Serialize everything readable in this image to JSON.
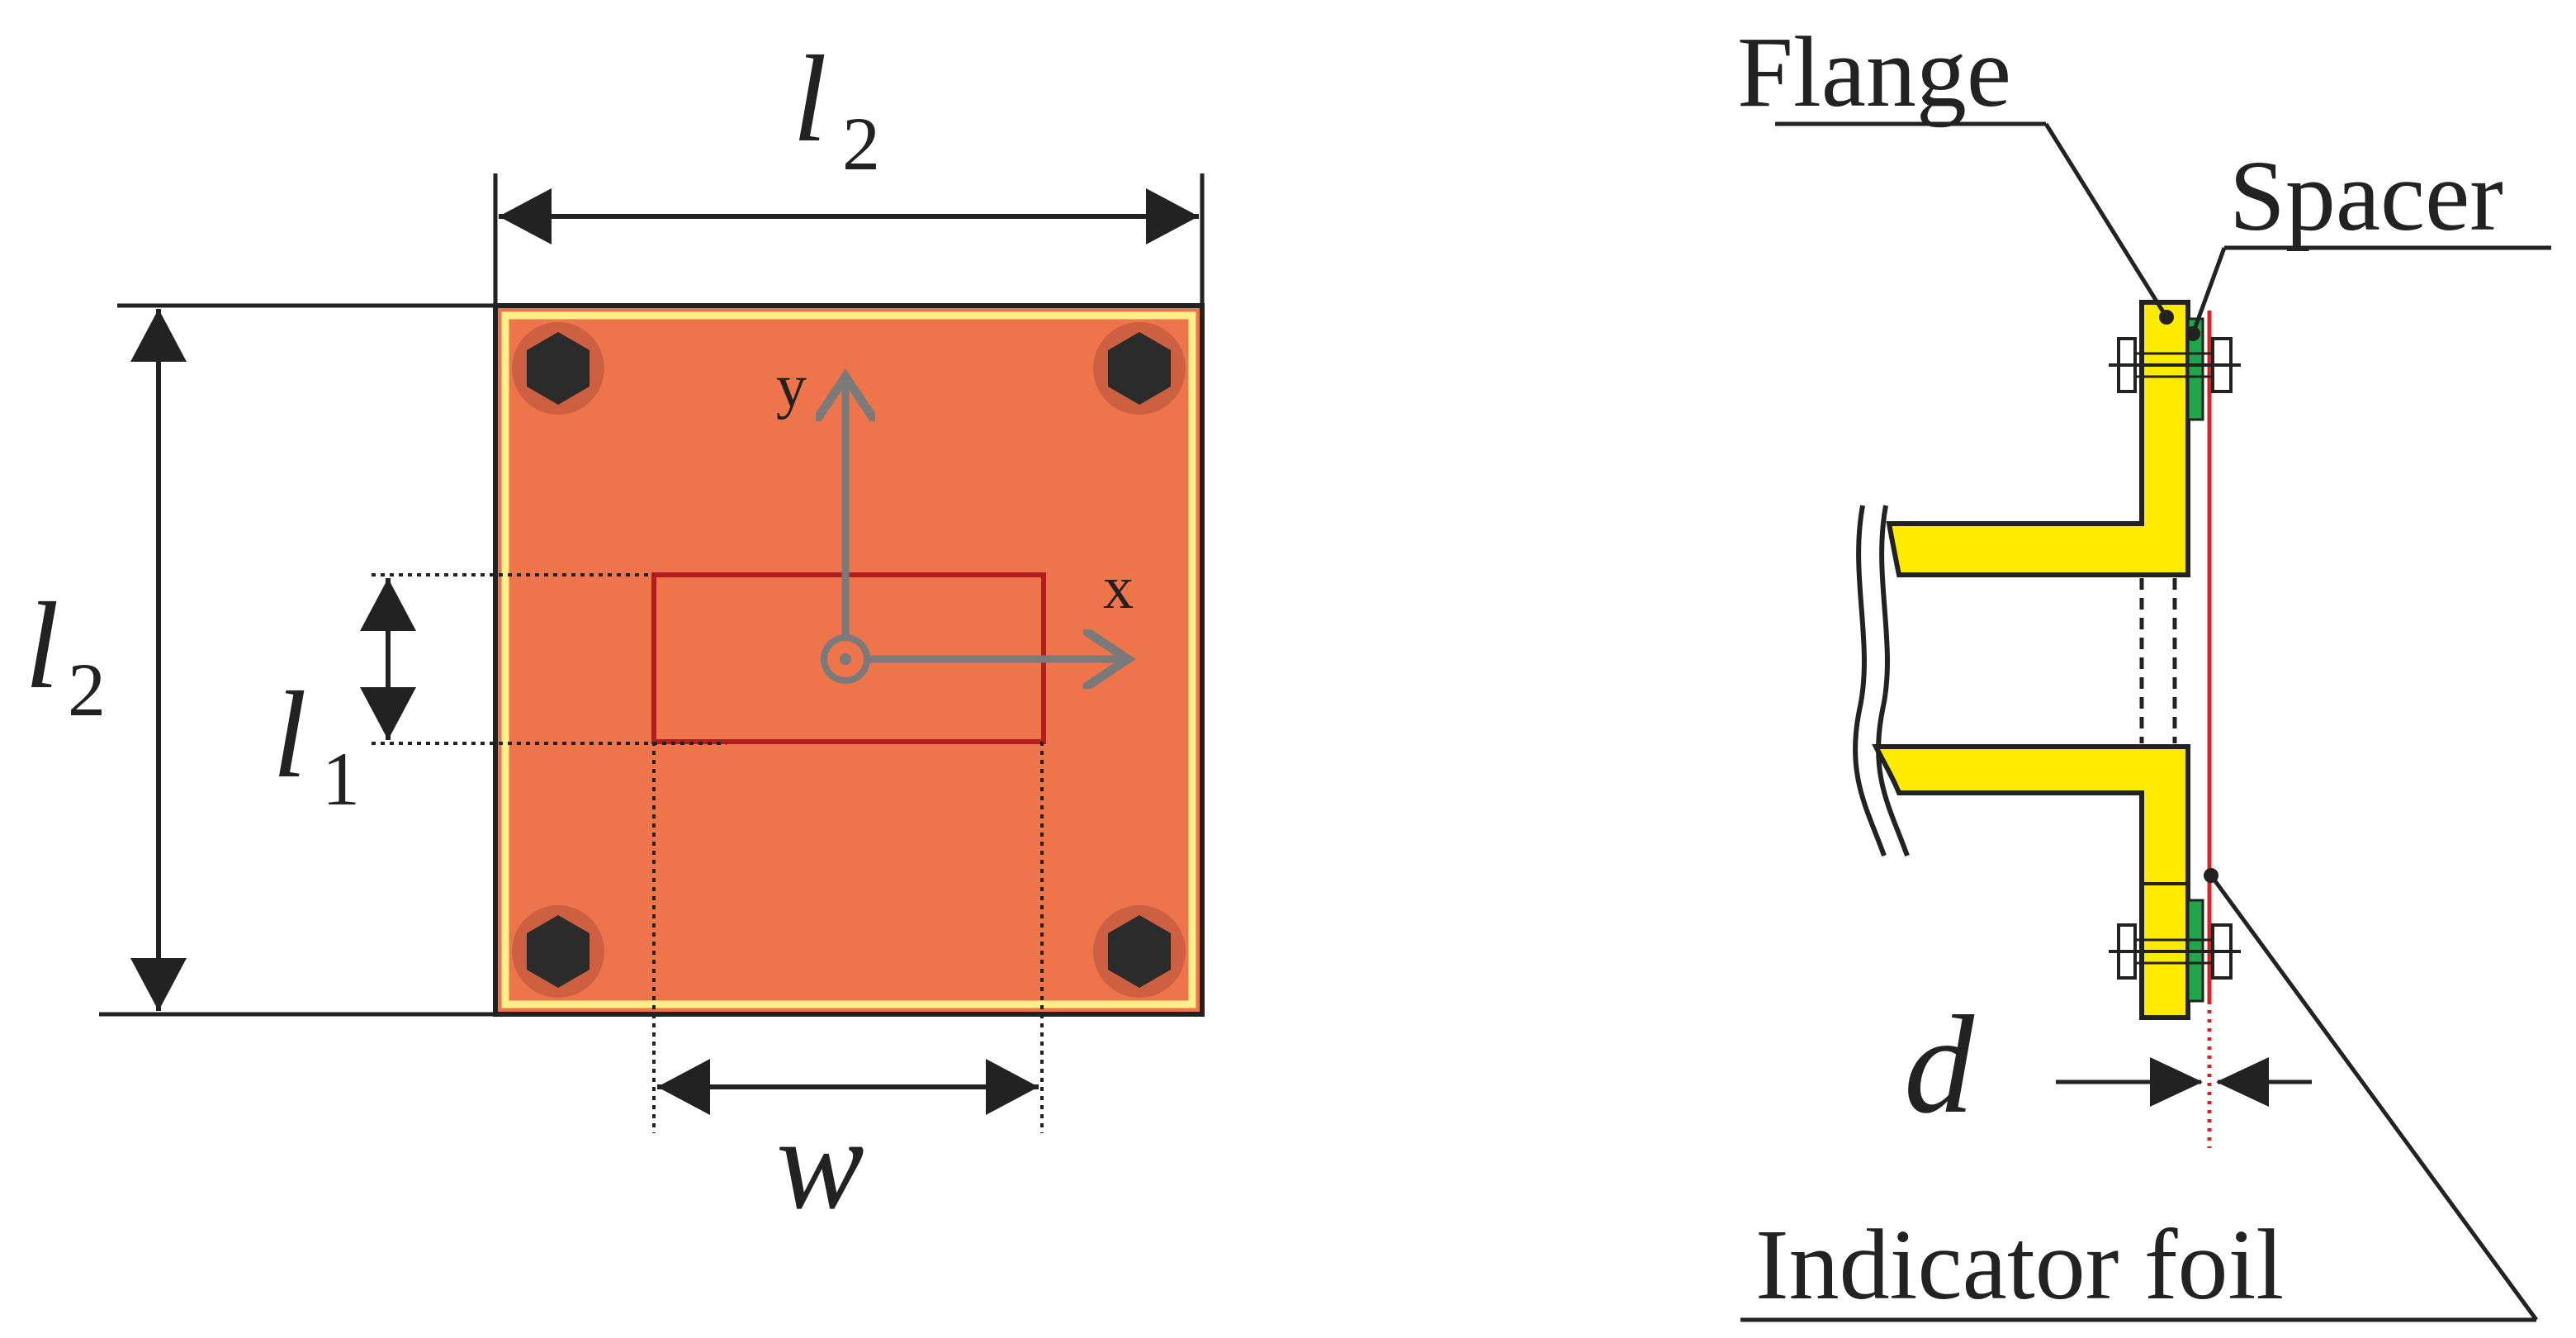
{
  "colors": {
    "plate_fill": "#EE744C",
    "plate_border": "#FFF08A",
    "slot_outline": "#B01E1E",
    "axes_gray": "#7A7A7A",
    "bolt": "#2B2B2B",
    "flange_yellow": "#FFEB00",
    "spacer_green": "#1FA64A",
    "foil_red": "#E02020",
    "ink": "#222222"
  },
  "left_view": {
    "dim_top": {
      "symbol": "l",
      "subscript": "2"
    },
    "dim_left": {
      "symbol": "l",
      "subscript": "2"
    },
    "dim_slot_height": {
      "symbol": "l",
      "subscript": "1"
    },
    "dim_slot_width": {
      "symbol": "w"
    },
    "axis_x_label": "x",
    "axis_y_label": "y",
    "bolt_icon": "hex-bolt-icon",
    "origin_icon": "circle-dot-icon"
  },
  "right_view": {
    "flange_label": "Flange",
    "spacer_label": "Spacer",
    "foil_label": "Indicator foil",
    "dim_gap": {
      "symbol": "d"
    },
    "pipe_break_icon": "break-line-icon",
    "bolt_icon": "bolt-nut-icon"
  }
}
